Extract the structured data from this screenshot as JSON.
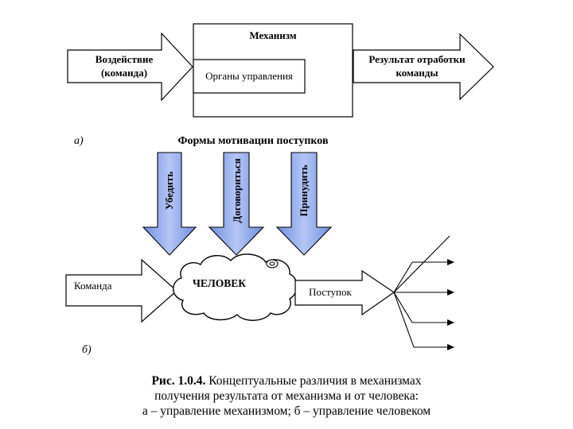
{
  "diagram_a": {
    "mechanism_label": "Механизм",
    "controls_label": "Органы управления",
    "input_line1": "Воздействие",
    "input_line2": "(команда)",
    "output_line1": "Результат отработки",
    "output_line2": "команды",
    "marker": "а)"
  },
  "diagram_b": {
    "title": "Формы мотивации поступков",
    "motivations": [
      "Убедить",
      "Договориться",
      "Принудить"
    ],
    "input_label": "Команда",
    "person_label": "ЧЕЛОВЕК",
    "output_label": "Поступок",
    "marker": "б)"
  },
  "caption": {
    "fig_number": "Рис. 1.0.4.",
    "line1_rest": " Концептуальные различия в механизмах",
    "line2": "получения результата от механизма и от человека:",
    "line3": "а – управление механизмом; б – управление человеком"
  },
  "colors": {
    "motivation_arrow_fill": "#8fa8e8",
    "stroke": "#000000",
    "background": "#ffffff"
  }
}
